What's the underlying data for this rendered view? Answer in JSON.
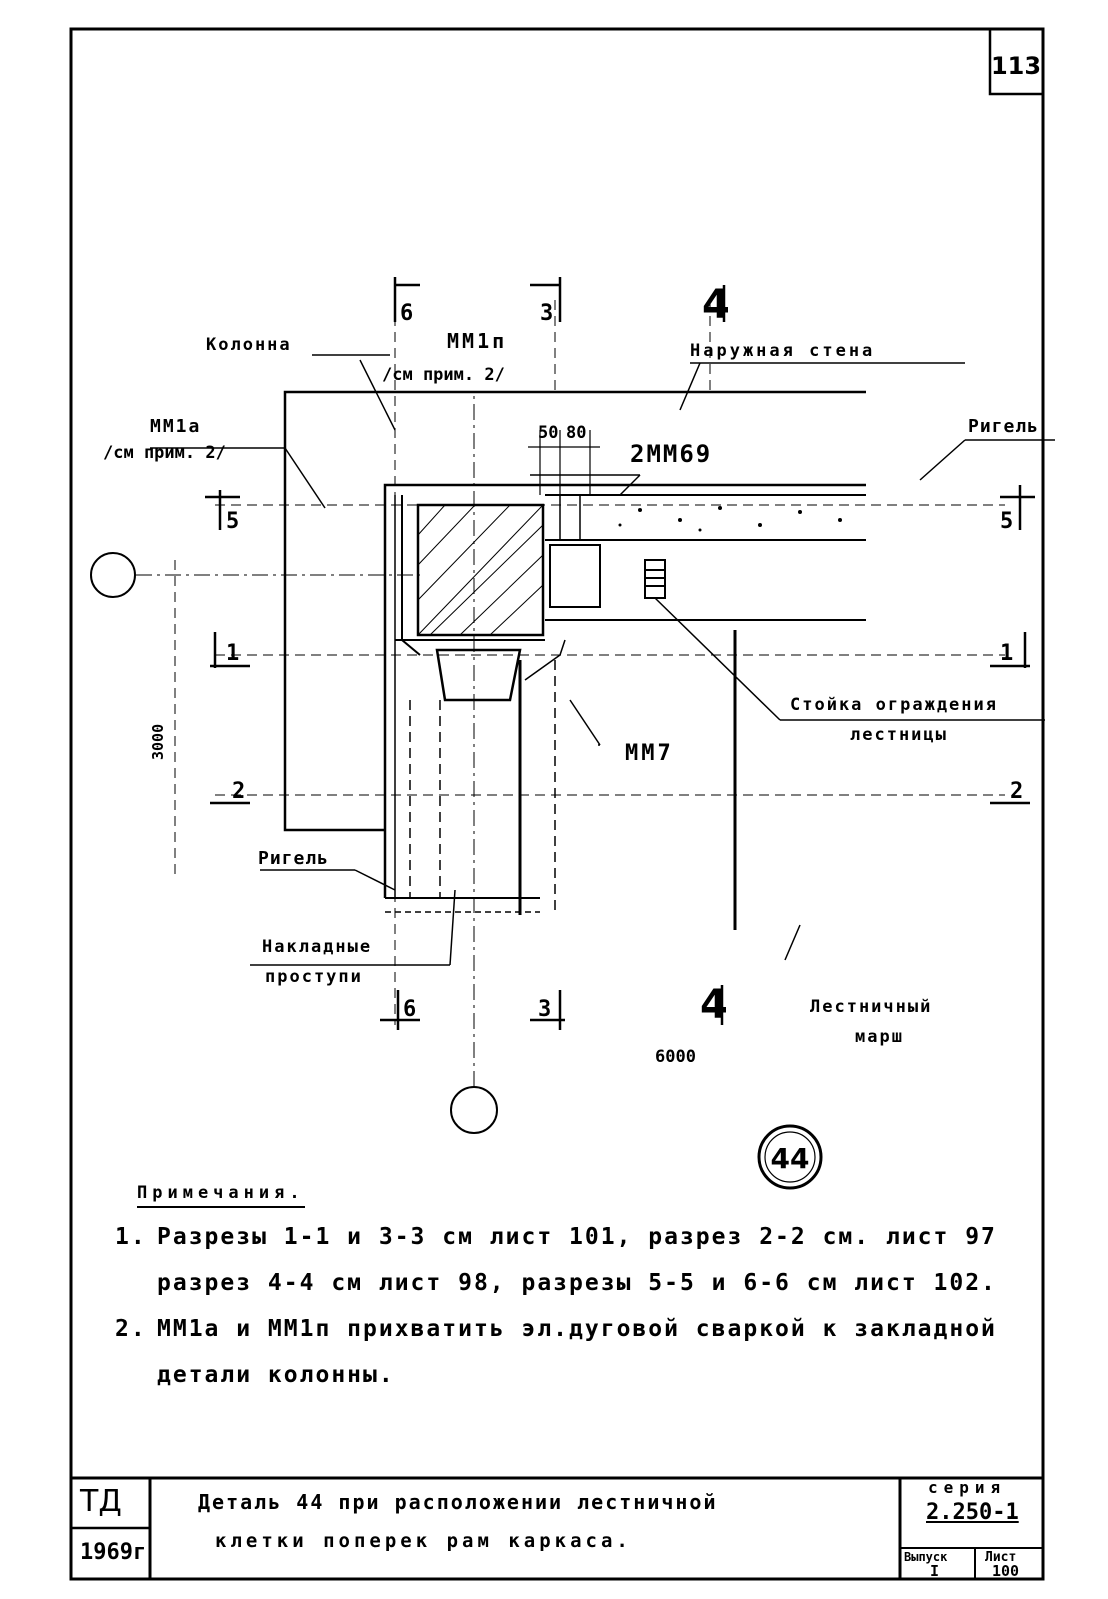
{
  "sheet": {
    "number": "113",
    "detail_mark": "44"
  },
  "labels": {
    "column": "Колонна",
    "mm1p": "ММ1п",
    "mm1p_note": "/см прим. 2/",
    "outer_wall": "Наружная стена",
    "mm1a": "ММ1а",
    "mm1a_note": "/см прим. 2/",
    "dim_50": "50",
    "dim_80": "80",
    "mm69": "2ММ69",
    "rigel_right": "Ригель",
    "rigel_left": "Ригель",
    "railing_post_line1": "Стойка ограждения",
    "railing_post_line2": "лестницы",
    "mm7": "ММ7",
    "overlay_steps_line1": "Накладные",
    "overlay_steps_line2": "проступи",
    "stair_flight_line1": "Лестничный",
    "stair_flight_line2": "марш",
    "dim_3000": "3000",
    "dim_6000": "6000"
  },
  "sections": {
    "s1": "1",
    "s2": "2",
    "s3": "3",
    "s4": "4",
    "s5": "5",
    "s6": "6"
  },
  "notes": {
    "heading": "Примечания.",
    "items": [
      {
        "num": "1.",
        "text": "Разрезы 1-1 и 3-3 см лист 101, разрез 2-2 см. лист 97 разрез 4-4 см лист 98, разрезы 5-5 и 6-6 см лист 102."
      },
      {
        "num": "2.",
        "text": "ММ1а и ММ1п прихватить эл.дуговой сваркой к закладной детали колонны."
      }
    ]
  },
  "title_block": {
    "org": "ТД",
    "year": "1969г",
    "title_line1": "Деталь 44 при расположении лестничной",
    "title_line2": "клетки поперек рам каркаса.",
    "series_label": "серия",
    "series_value": "2.250-1",
    "issue_label": "Выпуск",
    "issue_value": "I",
    "sheet_label": "Лист",
    "sheet_value": "100"
  }
}
